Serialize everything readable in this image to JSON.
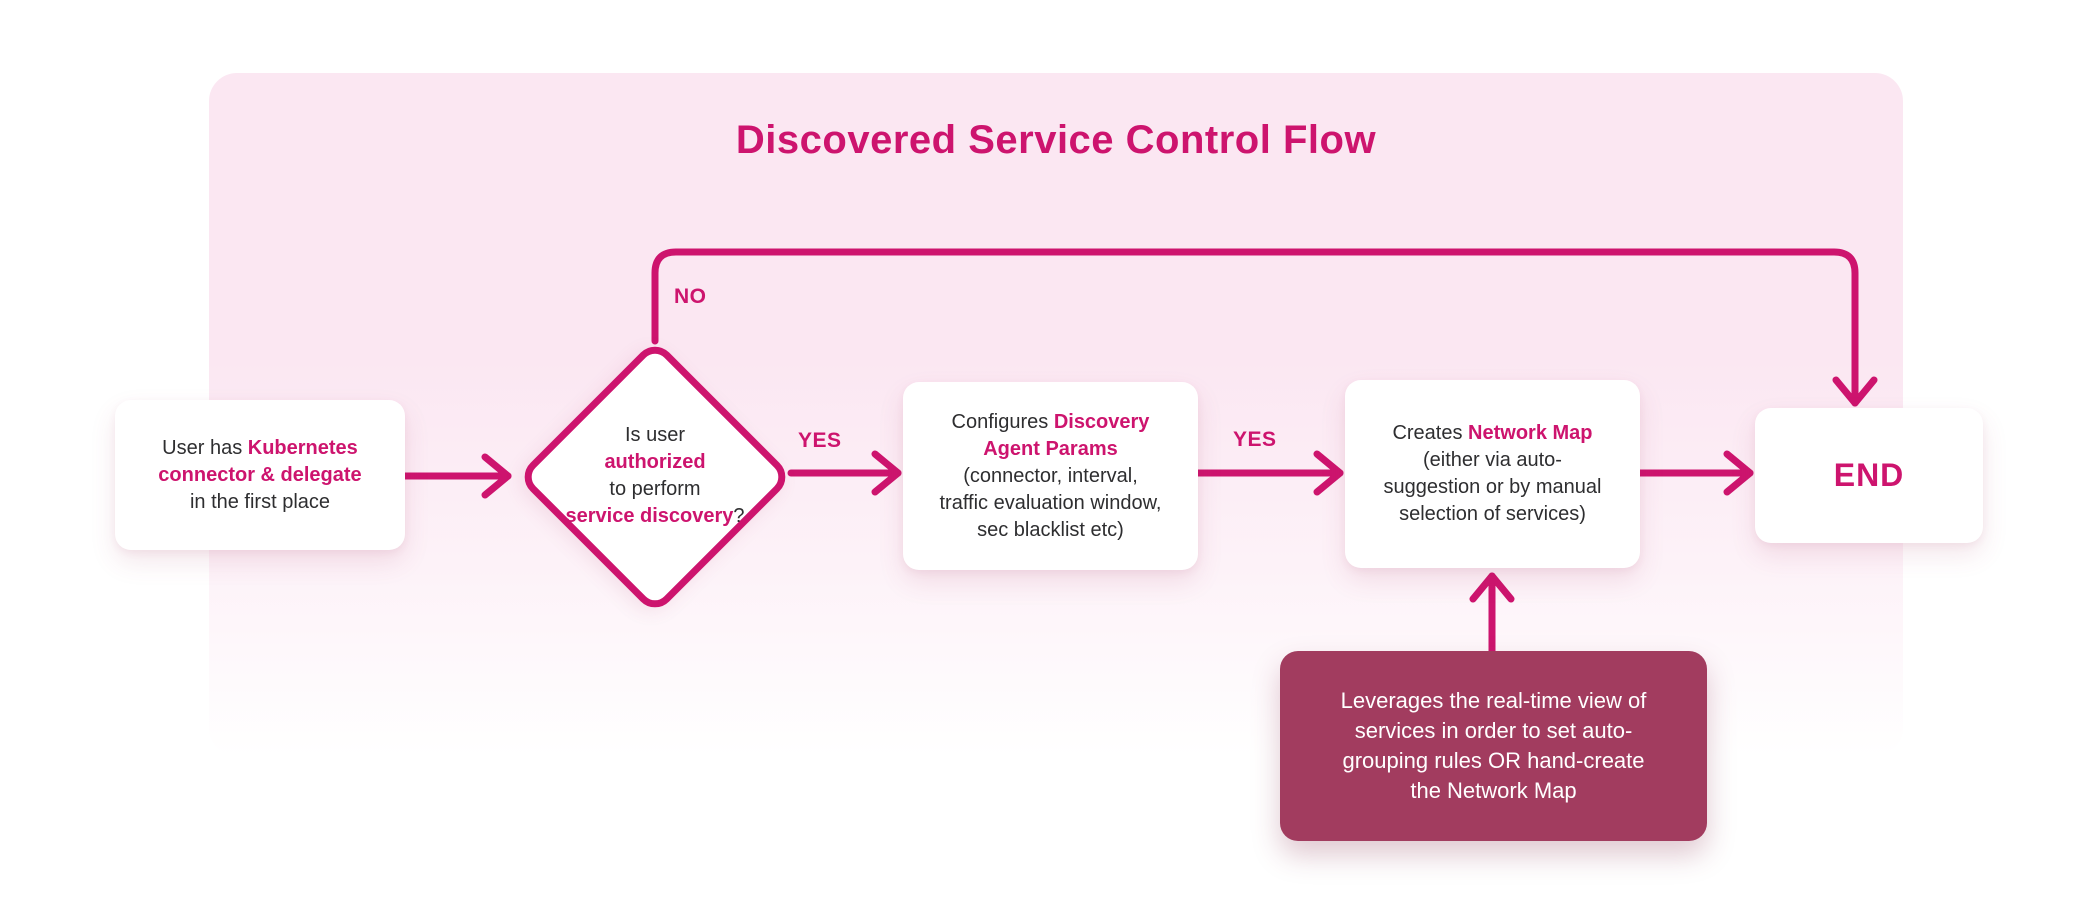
{
  "title": "Discovered Service Control Flow",
  "colors": {
    "accent": "#CD146E",
    "panel": "#FBE7F2",
    "note_bg": "#A23C5F",
    "text": "#2E2E30",
    "card": "#FFFFFF",
    "note_text": "#FFFFFF",
    "page_bg": "#FFFFFF"
  },
  "edges": {
    "no_label": "NO",
    "yes1_label": "YES",
    "yes2_label": "YES"
  },
  "nodes": {
    "start": {
      "lines": [
        [
          {
            "t": "User has ",
            "em": 0
          },
          {
            "t": "Kubernetes",
            "em": 1
          }
        ],
        [
          {
            "t": "connector & delegate",
            "em": 1
          }
        ],
        [
          {
            "t": "in the first place",
            "em": 0
          }
        ]
      ]
    },
    "decision": {
      "lines": [
        [
          {
            "t": "Is user",
            "em": 0
          }
        ],
        [
          {
            "t": "authorized",
            "em": 1
          }
        ],
        [
          {
            "t": "to perform",
            "em": 0
          }
        ],
        [
          {
            "t": "service discovery",
            "em": 1
          },
          {
            "t": "?",
            "em": 0
          }
        ]
      ]
    },
    "configure": {
      "lines": [
        [
          {
            "t": "Configures ",
            "em": 0
          },
          {
            "t": "Discovery",
            "em": 1
          }
        ],
        [
          {
            "t": "Agent Params",
            "em": 1
          }
        ],
        [
          {
            "t": "(connector, interval,",
            "em": 0
          }
        ],
        [
          {
            "t": "traffic evaluation window,",
            "em": 0
          }
        ],
        [
          {
            "t": "sec blacklist etc)",
            "em": 0
          }
        ]
      ]
    },
    "create_map": {
      "lines": [
        [
          {
            "t": "Creates ",
            "em": 0
          },
          {
            "t": "Network Map",
            "em": 1
          }
        ],
        [
          {
            "t": "(either via auto-",
            "em": 0
          }
        ],
        [
          {
            "t": "suggestion or by manual",
            "em": 0
          }
        ],
        [
          {
            "t": "selection of services)",
            "em": 0
          }
        ]
      ]
    },
    "end": {
      "label": "END"
    },
    "note": {
      "lines": [
        [
          {
            "t": "Leverages the real-time view of",
            "em": 0
          }
        ],
        [
          {
            "t": "services in order to set auto-",
            "em": 0
          }
        ],
        [
          {
            "t": "grouping rules OR hand-create",
            "em": 0
          }
        ],
        [
          {
            "t": "the Network Map",
            "em": 0
          }
        ]
      ]
    }
  }
}
